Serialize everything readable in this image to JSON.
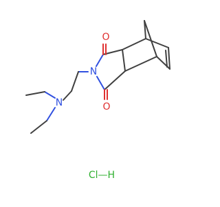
{
  "atoms": {
    "o_top": "O",
    "o_bottom": "O",
    "n_imide": "N",
    "n_amine": "N",
    "salt": "Cl—H"
  },
  "colors": {
    "bond": "#404040",
    "oxygen": "#e03030",
    "nitrogen": "#3050e0",
    "chlorine": "#30b030"
  }
}
